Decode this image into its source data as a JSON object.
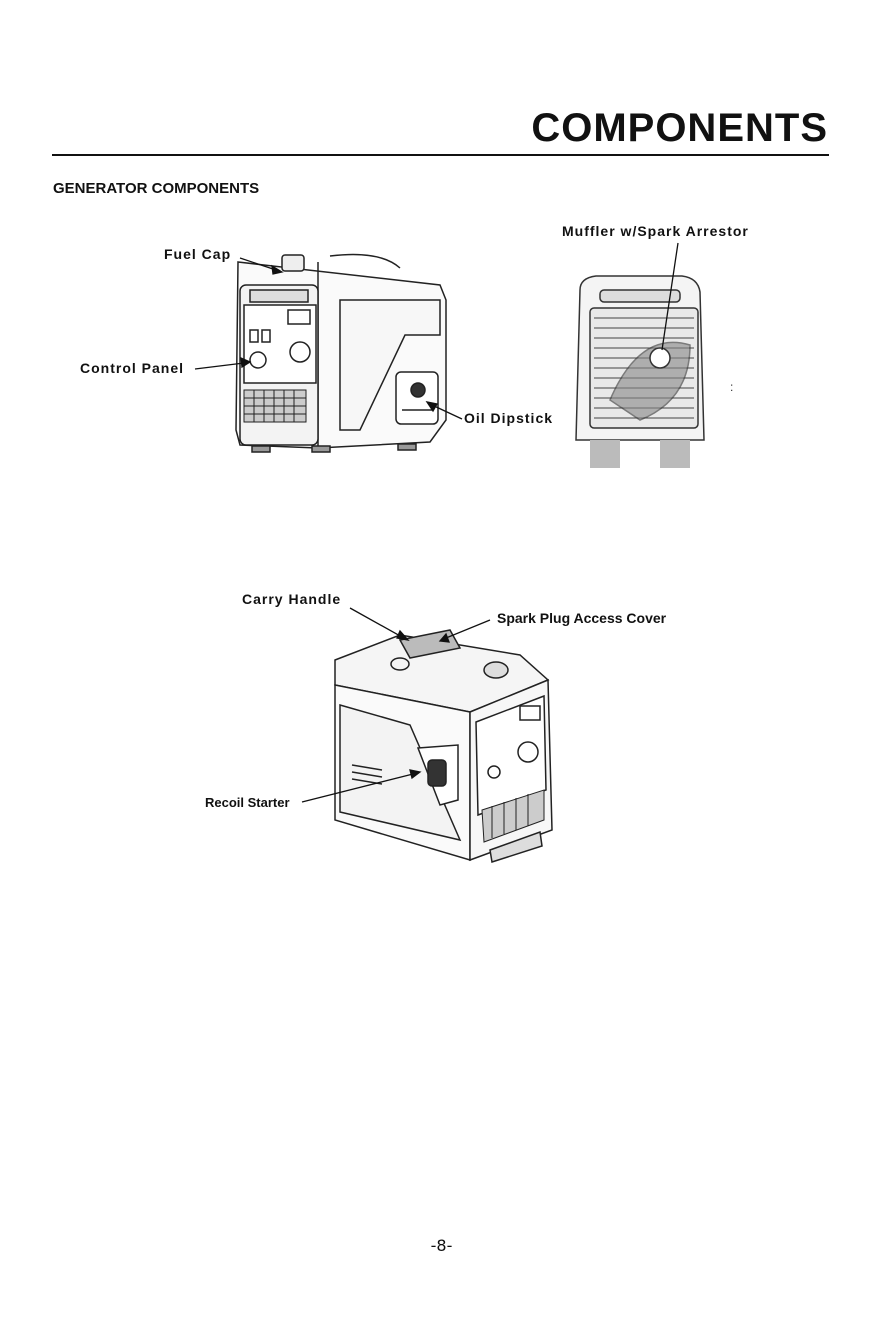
{
  "page": {
    "title": "COMPONENTS",
    "section_heading": "GENERATOR COMPONENTS",
    "page_number": "-8-"
  },
  "labels": {
    "fuel_cap": "Fuel Cap",
    "control_panel": "Control Panel",
    "oil_dipstick": "Oil Dipstick",
    "muffler": "Muffler w/Spark Arrestor",
    "carry_handle": "Carry Handle",
    "spark_plug_cover": "Spark Plug Access Cover",
    "recoil_starter": "Recoil Starter"
  }
}
